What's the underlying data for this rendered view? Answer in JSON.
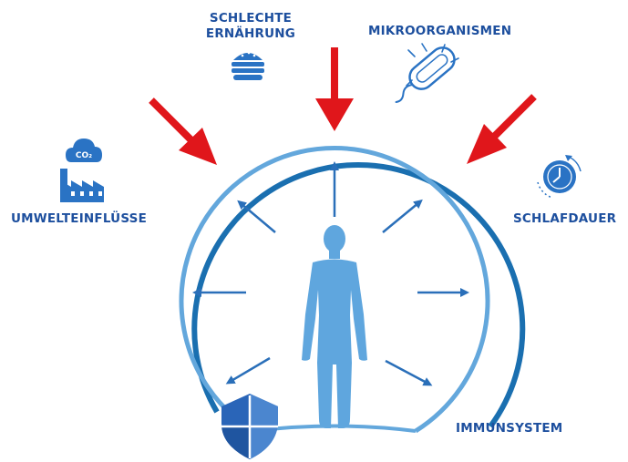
{
  "labels": {
    "food_line1": "SCHLECHTE",
    "food_line2": "ERNÄHRUNG",
    "microorganisms": "MIKROORGANISMEN",
    "environment": "UMWELTEINFLÜSSE",
    "sleep": "SCHLAFDAUER",
    "immune_system": "IMMUNSYSTEM",
    "co2_badge": "CO₂"
  },
  "icons": {
    "food": "burger-icon",
    "microorganisms": "bacterium-icon",
    "environment": "factory-icon",
    "environment_badge": "co2-cloud-icon",
    "sleep": "clock-icon",
    "immune": "shield-icon",
    "person": "human-silhouette-icon"
  },
  "colors": {
    "dark_blue": "#1a6fb0",
    "light_blue": "#63a7dc",
    "arrow_red": "#e0161b",
    "text_blue": "#1d4f9e",
    "icon_blue": "#2a73c4"
  }
}
